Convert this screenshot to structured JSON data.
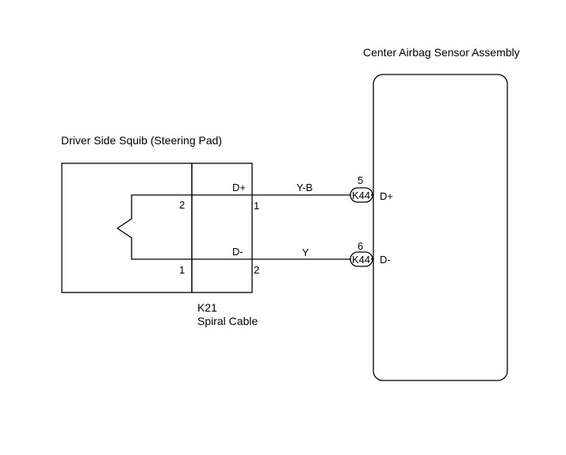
{
  "sensor": {
    "title": "Center Airbag Sensor Assembly",
    "terminal_plus": "D+",
    "terminal_minus": "D-"
  },
  "squib": {
    "title": "Driver Side Squib (Steering Pad)",
    "pin_plus": "2",
    "pin_minus": "1"
  },
  "spiral_cable": {
    "code": "K21",
    "name": "Spiral Cable",
    "label_plus": "D+",
    "label_minus": "D-",
    "pin_plus": "1",
    "pin_minus": "2"
  },
  "wires": {
    "plus_color": "Y-B",
    "minus_color": "Y"
  },
  "connector": {
    "code": "K44",
    "pin_plus": "5",
    "pin_minus": "6"
  }
}
